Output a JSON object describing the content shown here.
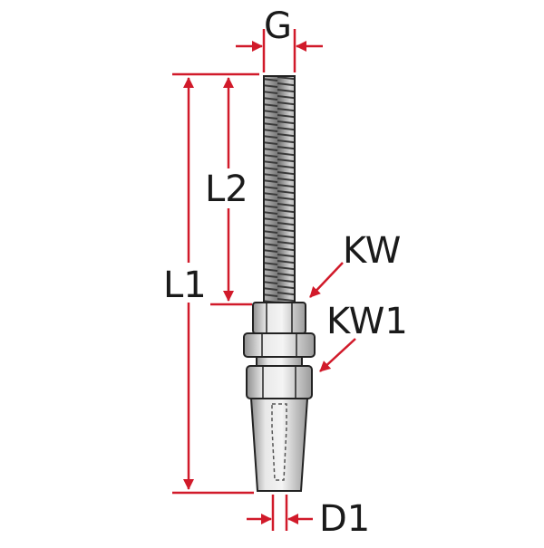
{
  "labels": {
    "g": "G",
    "l1": "L1",
    "l2": "L2",
    "kw": "KW",
    "kw1": "KW1",
    "d1": "D1"
  },
  "colors": {
    "dimension": "#d11a2a",
    "outline": "#222222",
    "metal_light": "#e4e4e4",
    "metal_mid": "#b9b9b9",
    "metal_dark": "#8c8c8c"
  }
}
